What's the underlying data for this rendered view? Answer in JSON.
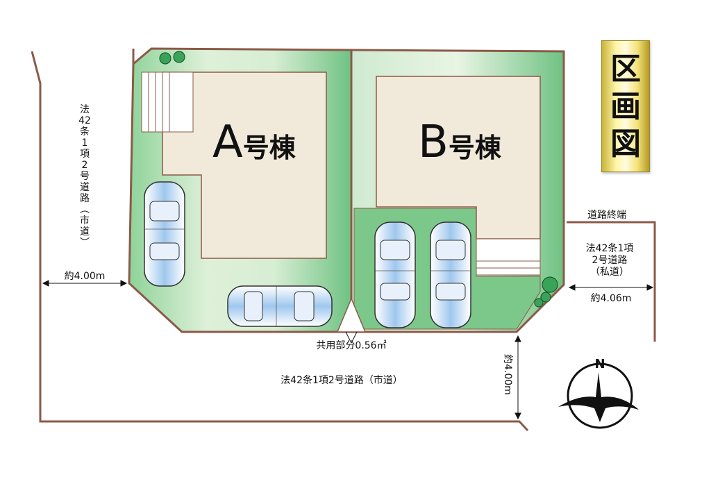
{
  "title": "区画図",
  "lots": {
    "a": {
      "letter": "A",
      "suffix": "号棟"
    },
    "b": {
      "letter": "B",
      "suffix": "号棟"
    }
  },
  "roads": {
    "left_road": "法\n42\n条\n1\n項\n2\n号\n道\n路\n︵\n市\n道\n︶",
    "left_width": "約4.00m",
    "bottom_road": "法42条1項2号道路（市道）",
    "bottom_width": "約4.00m",
    "right_road": "法42条1項\n2号道路\n（私道）",
    "right_width": "約4.06m",
    "road_end": "道路終端"
  },
  "shared_area": "共用部分0.56㎡",
  "compass": {
    "north": "N"
  },
  "colors": {
    "boundary": "#8b5a48",
    "lawn": "#7cc88a",
    "lawn_light": "#e6f3e1",
    "building": "#f1e9da",
    "car": "#cfe0f2"
  }
}
